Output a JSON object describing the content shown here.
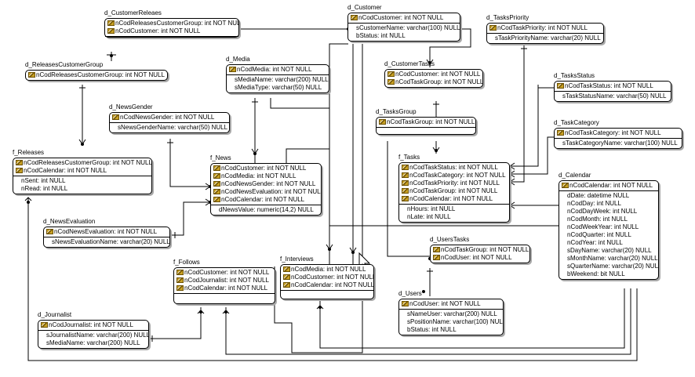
{
  "tables": [
    {
      "id": "d_CustomerReleaes",
      "title": "d_CustomerReleaes",
      "keys": [
        "nCodReleasesCustomerGroup: int NOT NULL",
        "nCodCustomer: int NOT NULL"
      ],
      "attrs": []
    },
    {
      "id": "d_Customer",
      "title": "d_Customer",
      "keys": [
        "nCodCustomer: int NOT NULL"
      ],
      "attrs": [
        "sCustomerName: varchar(100) NULL",
        "bStatus: int NULL"
      ]
    },
    {
      "id": "d_TasksPriority",
      "title": "d_TasksPriority",
      "keys": [
        "nCodTaskPriority: int NOT NULL"
      ],
      "attrs": [
        "sTaskPriorityName: varchar(20) NULL"
      ]
    },
    {
      "id": "d_ReleasesCustomerGroup",
      "title": "d_ReleasesCustomerGroup",
      "keys": [
        "nCodReleasesCustomerGroup: int NOT NULL"
      ],
      "attrs": []
    },
    {
      "id": "d_Media",
      "title": "d_Media",
      "keys": [
        "nCodMedia: int NOT NULL"
      ],
      "attrs": [
        "sMediaName: varchar(200) NULL",
        "sMediaType: varchar(50) NULL"
      ]
    },
    {
      "id": "d_CustomerTasks",
      "title": "d_CustomerTasks",
      "keys": [
        "nCodCustomer: int NOT NULL",
        "nCodTaskGroup: int NOT NULL"
      ],
      "attrs": []
    },
    {
      "id": "d_TasksStatus",
      "title": "d_TasksStatus",
      "keys": [
        "nCodTaskStatus: int NOT NULL"
      ],
      "attrs": [
        "sTaskStatusName: varchar(50) NULL"
      ]
    },
    {
      "id": "d_NewsGender",
      "title": "d_NewsGender",
      "keys": [
        "nCodNewsGender: int NOT NULL"
      ],
      "attrs": [
        "sNewsGenderName: varchar(50) NULL"
      ]
    },
    {
      "id": "d_TasksGroup",
      "title": "d_TasksGroup",
      "keys": [
        "nCodTaskGroup: int NOT NULL"
      ],
      "attrs": []
    },
    {
      "id": "d_TaskCategory",
      "title": "d_TaskCategory",
      "keys": [
        "nCodTaskCategory: int NOT NULL"
      ],
      "attrs": [
        "sTaskCategoryName: varchar(100) NULL"
      ]
    },
    {
      "id": "f_Releases",
      "title": "f_Releases",
      "keys": [
        "nCodReleasesCustomerGroup: int NOT NULL",
        "nCodCalendar: int NOT NULL"
      ],
      "attrs": [
        "nSent: int NULL",
        "nRead: int NULL"
      ]
    },
    {
      "id": "f_News",
      "title": "f_News",
      "keys": [
        "nCodCustomer: int NOT NULL",
        "nCodMedia: int NOT NULL",
        "nCodNewsGender: int NOT NULL",
        "nCodNewsEvaluation: int NOT NULL",
        "nCodCalendar: int NOT NULL"
      ],
      "attrs": [
        "dNewsValue: numeric(14,2) NULL"
      ]
    },
    {
      "id": "f_Tasks",
      "title": "f_Tasks",
      "keys": [
        "nCodTaskStatus: int NOT NULL",
        "nCodTaskCategory: int NOT NULL",
        "nCodTaskPriority: int NOT NULL",
        "nCodTaskGroup: int NOT NULL",
        "nCodCalendar: int NOT NULL"
      ],
      "attrs": [
        "nHours: int NULL",
        "nLate: int NULL"
      ]
    },
    {
      "id": "d_Calendar",
      "title": "d_Calendar",
      "keys": [
        "nCodCalendar: int NOT NULL"
      ],
      "attrs": [
        "dDate: datetime NULL",
        "nCodDay: int NULL",
        "nCodDayWeek: int NULL",
        "nCodMonth: int NULL",
        "nCodWeekYear: int NULL",
        "nCodQuarter: int NULL",
        "nCodYear: int NULL",
        "sDayName: varchar(20) NULL",
        "sMonthName: varchar(20) NULL",
        "sQuarterName: varchar(20) NULL",
        "bWeekend: bit NULL"
      ]
    },
    {
      "id": "d_NewsEvaluation",
      "title": "d_NewsEvaluation",
      "keys": [
        "nCodNewsEvaluation: int NOT NULL"
      ],
      "attrs": [
        "sNewsEvaluationName: varchar(20) NULL"
      ]
    },
    {
      "id": "d_UsersTasks",
      "title": "d_UsersTasks",
      "keys": [
        "nCodTaskGroup: int NOT NULL",
        "nCodUser: int NOT NULL"
      ],
      "attrs": []
    },
    {
      "id": "f_Follows",
      "title": "f_Follows",
      "keys": [
        "nCodCustomer: int NOT NULL",
        "nCodJournalist: int NOT NULL",
        "nCodCalendar: int NOT NULL"
      ],
      "attrs": []
    },
    {
      "id": "f_Interviews",
      "title": "f_Interviews",
      "keys": [
        "nCodMedia: int NOT NULL",
        "nCodCustomer: int NOT NULL",
        "nCodCalendar: int NOT NULL"
      ],
      "attrs": []
    },
    {
      "id": "d_Users",
      "title": "d_Users",
      "keys": [
        "nCodUser: int NOT NULL"
      ],
      "attrs": [
        "sNameUser: varchar(200) NULL",
        "sPositionName: varchar(100) NULL",
        "bStatus: int NULL"
      ]
    },
    {
      "id": "d_Journalist",
      "title": "d_Journalist",
      "keys": [
        "nCodJournalist: int NOT NULL"
      ],
      "attrs": [
        "sJournalistName: varchar(200) NULL",
        "sMediaName: varchar(200) NULL"
      ]
    }
  ]
}
